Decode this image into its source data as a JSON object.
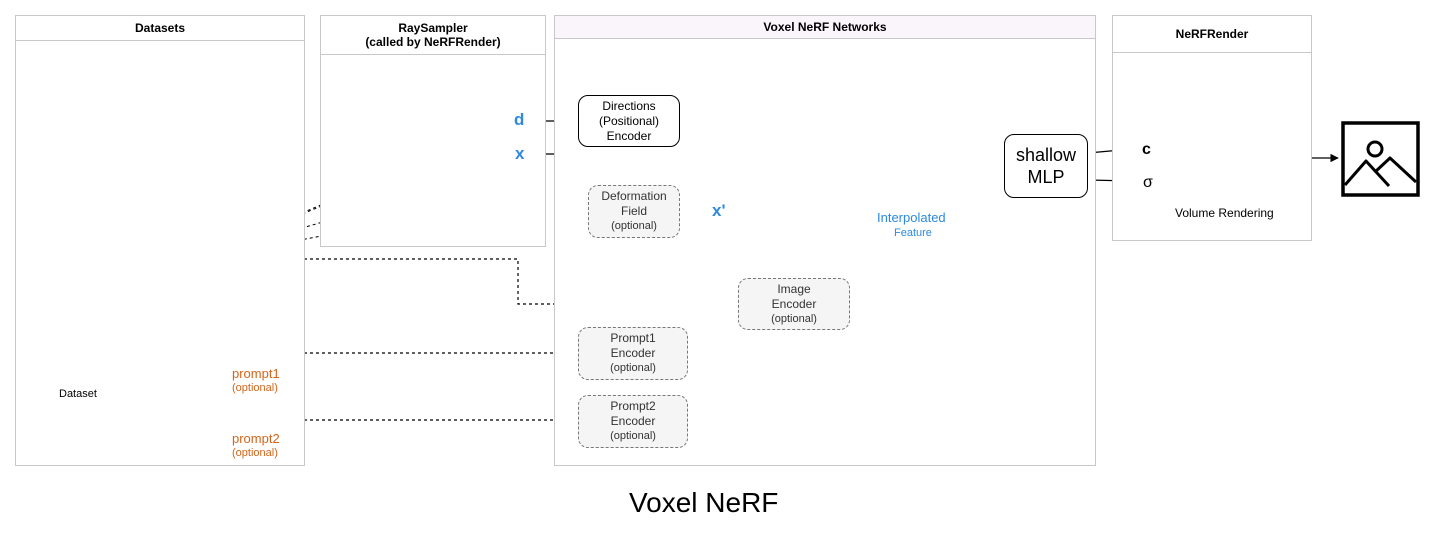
{
  "panels": {
    "datasets": "Datasets",
    "raysampler": "RaySampler\n(called by NeRFRender)",
    "networks": "Voxel NeRF Networks",
    "render": "NeRFRender"
  },
  "nodes": {
    "directions_encoder": "Directions\n(Positional)\nEncoder",
    "deformation_field": "Deformation\nField",
    "image_encoder": "Image\nEncoder",
    "prompt1_encoder": "Prompt1\nEncoder",
    "prompt2_encoder": "Prompt2\nEncoder",
    "shallow_mlp": "shallow\nMLP",
    "optional": "(optional)"
  },
  "labels": {
    "d": "d",
    "x": "x",
    "x_prime": "x'",
    "interpolated": "Interpolated",
    "feature": "Feature",
    "c": "c",
    "sigma": "σ",
    "volume_rendering": "Volume Rendering",
    "dataset": "Dataset",
    "prompt1": "prompt1",
    "prompt2": "prompt2",
    "optional": "(optional)",
    "title": "Voxel NeRF"
  },
  "colors": {
    "orange": "#d4651a",
    "blue": "#2d8ae0",
    "ray": "#6d92c8",
    "panel_tint": "#faf5fb"
  }
}
